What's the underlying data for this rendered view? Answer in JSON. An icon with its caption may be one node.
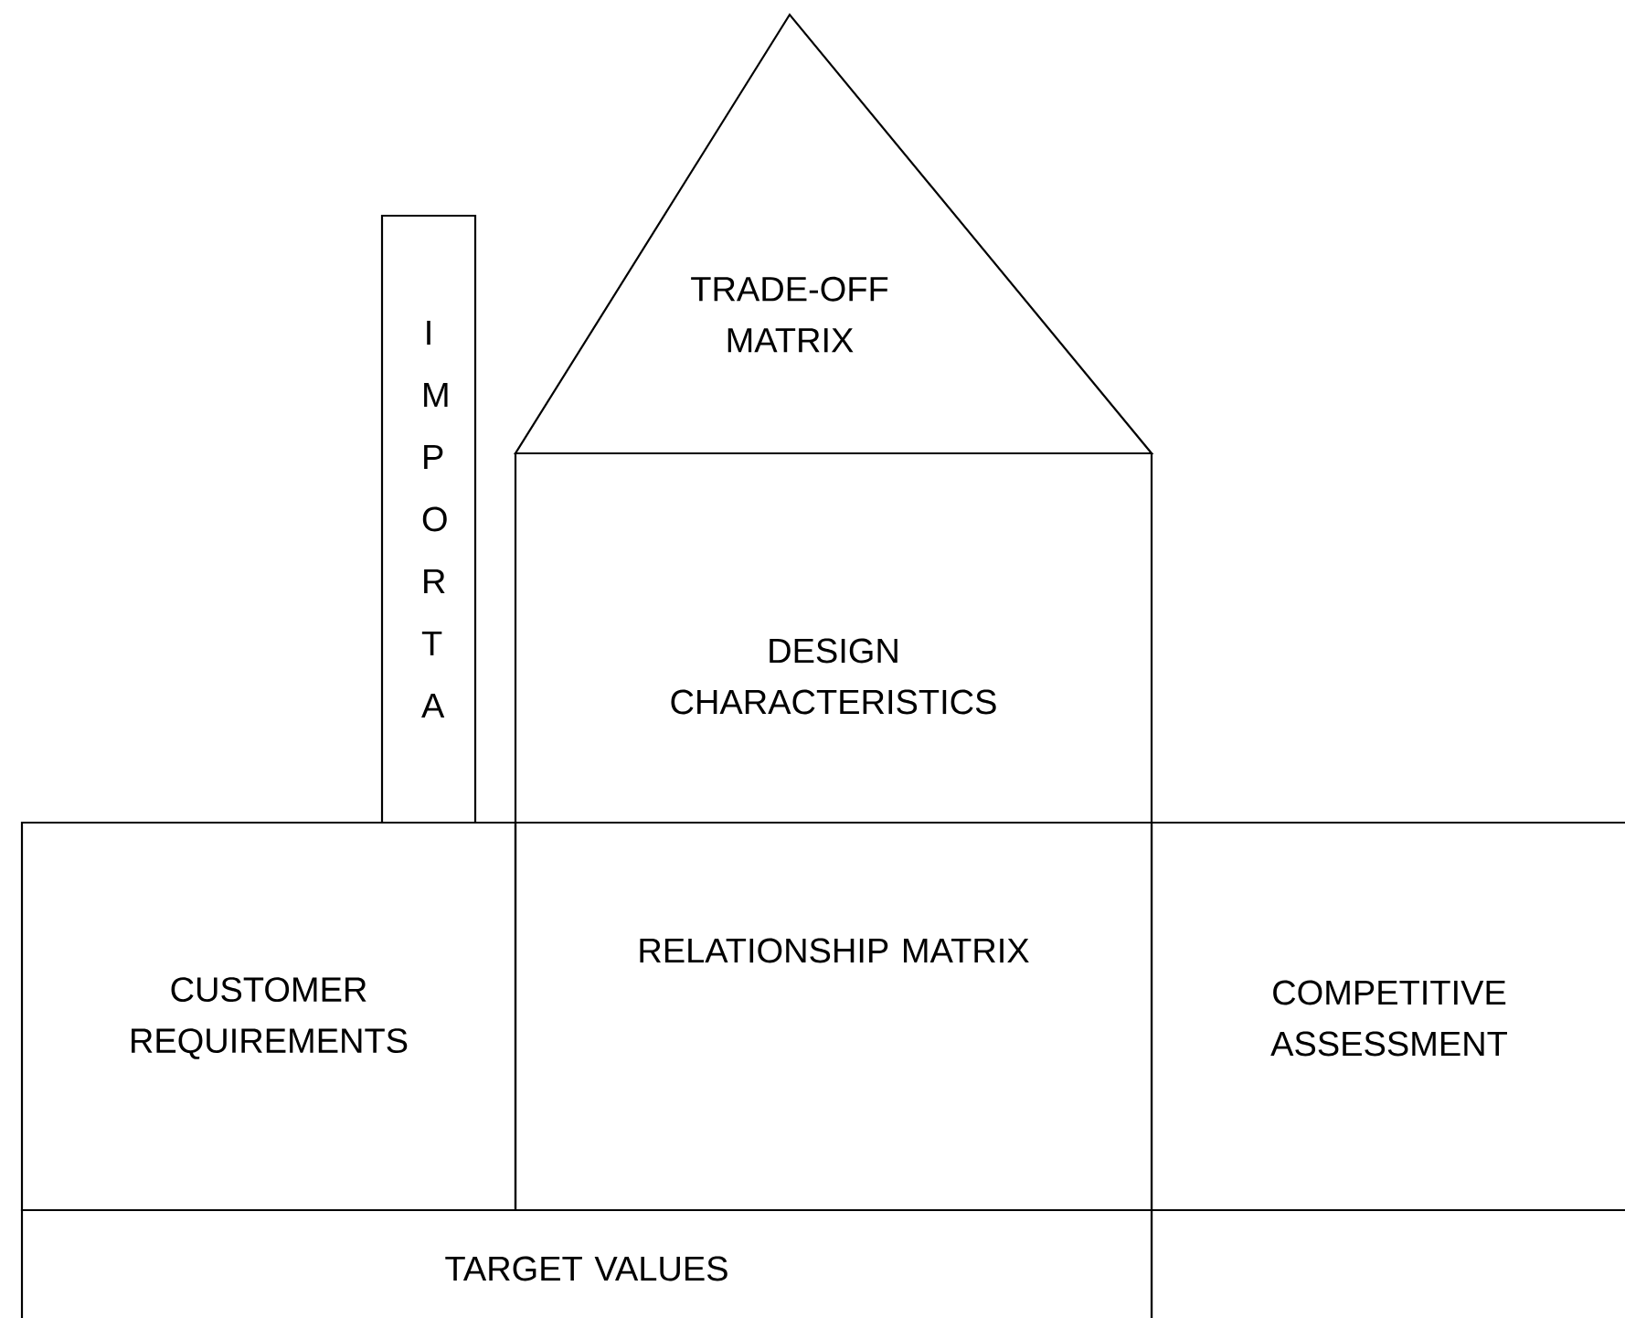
{
  "diagram": {
    "nodes": [
      {
        "text": [
          "TRADE-OFF MATRIX"
        ]
      },
      {
        "text": [
          "I M P O R T A"
        ]
      },
      {
        "text": [
          "DESIGN CHARACTERISTICS"
        ]
      },
      {
        "text": [
          "CUSTOMER REQUIREMENTS"
        ]
      },
      {
        "text": [
          "RELATIONSHIP MATRIX"
        ]
      },
      {
        "text": [
          "COMPETITIVE ASSESSMENT"
        ]
      },
      {
        "text": [
          "TARGET VALUES"
        ]
      },
      {
        "text": [],
        "shape": "box"
      }
    ]
  }
}
